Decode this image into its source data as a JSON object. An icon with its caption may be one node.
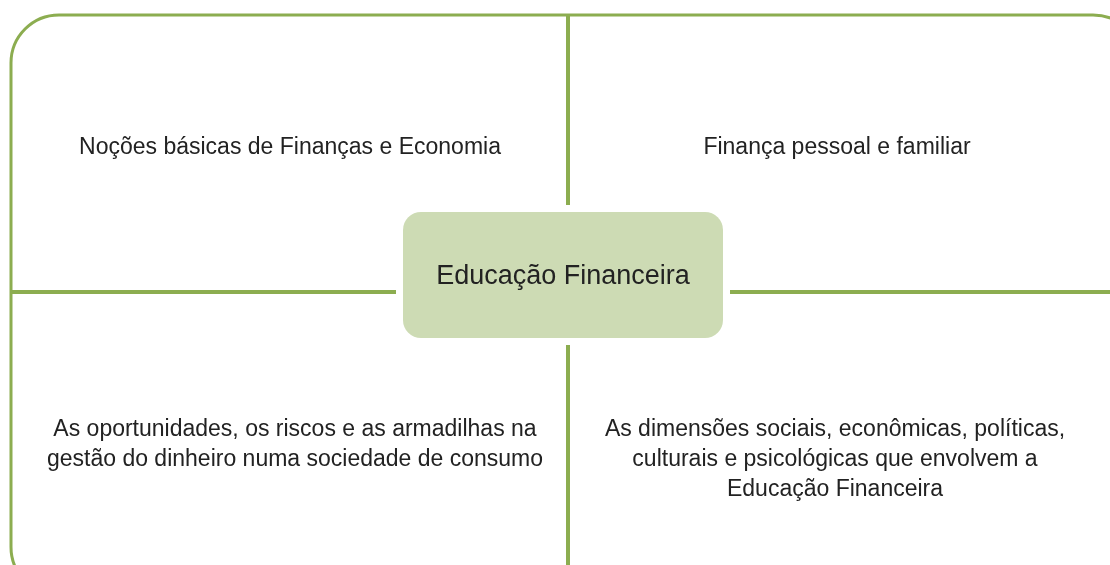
{
  "diagram": {
    "nodes": [
      {
        "text": [
          "Educação Financeira"
        ]
      }
    ],
    "labels": [
      "Noções básicas de Finanças e Economia",
      "Finança pessoal e familiar",
      "As oportunidades, os riscos e as armadilhas na gestão do dinheiro numa sociedade de consumo",
      "As dimensões sociais, econômicas, políticas, culturais e psicológicas que envolvem a Educação Financeira"
    ]
  }
}
